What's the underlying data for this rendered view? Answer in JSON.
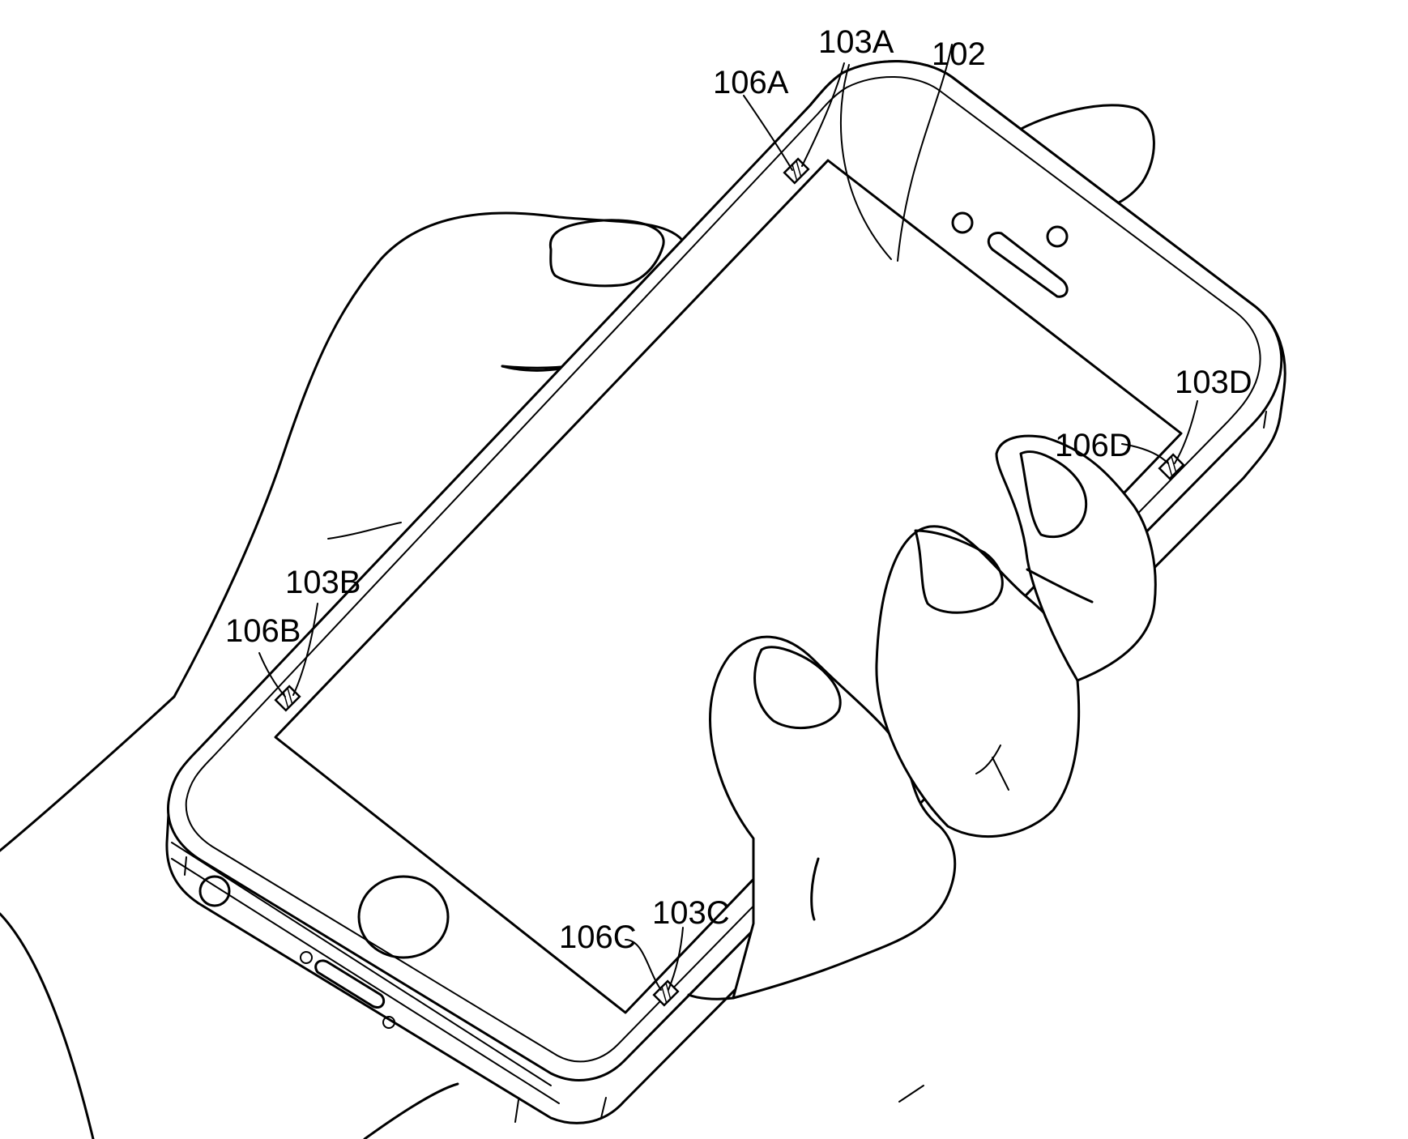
{
  "labels": {
    "phone": "102",
    "sensor_a": "103A",
    "sensor_b": "103B",
    "sensor_c": "103C",
    "sensor_d": "103D",
    "pad_a": "106A",
    "pad_b": "106B",
    "pad_c": "106C",
    "pad_d": "106D"
  },
  "colors": {
    "line": "#000000",
    "background": "#ffffff"
  }
}
